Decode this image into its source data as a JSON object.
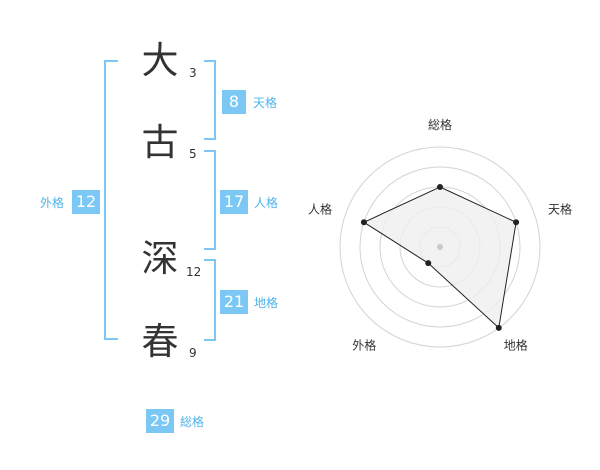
{
  "name": {
    "chars": [
      {
        "char": "大",
        "strokes": "3"
      },
      {
        "char": "古",
        "strokes": "5"
      },
      {
        "char": "深",
        "strokes": "12"
      },
      {
        "char": "春",
        "strokes": "9"
      }
    ]
  },
  "scores": {
    "tenkaku": {
      "value": "8",
      "label": "天格"
    },
    "jinkaku": {
      "value": "17",
      "label": "人格"
    },
    "chikaku": {
      "value": "21",
      "label": "地格"
    },
    "gaikaku": {
      "value": "12",
      "label": "外格"
    },
    "soukaku": {
      "value": "29",
      "label": "総格"
    }
  },
  "colors": {
    "accent": "#7cc8f4",
    "label_text": "#4fb3ea",
    "polygon_fill": "#efefef",
    "ring_stroke": "#d3d3d3"
  },
  "chart_data": {
    "type": "radar",
    "axes": [
      "総格",
      "天格",
      "地格",
      "外格",
      "人格"
    ],
    "rings": 5,
    "values": [
      3,
      4,
      5,
      1,
      4
    ],
    "max": 5
  }
}
